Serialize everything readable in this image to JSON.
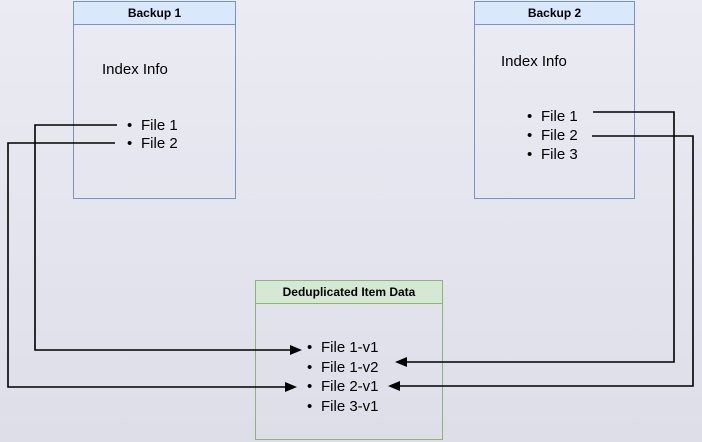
{
  "diagram": {
    "backup1": {
      "title": "Backup 1",
      "section_label": "Index Info",
      "items": [
        "File 1",
        "File 2"
      ]
    },
    "backup2": {
      "title": "Backup 2",
      "section_label": "Index Info",
      "items": [
        "File 1",
        "File 2",
        "File 3"
      ]
    },
    "dedup": {
      "title": "Deduplicated Item Data",
      "items": [
        "File 1-v1",
        "File 1-v2",
        "File 2-v1",
        "File 3-v1"
      ]
    },
    "connections": [
      {
        "from": "Backup 1 / File 1",
        "to": "File 1-v1",
        "route": "left"
      },
      {
        "from": "Backup 1 / File 2",
        "to": "File 2-v1",
        "route": "left"
      },
      {
        "from": "Backup 2 / File 1",
        "to": "File 1-v2",
        "route": "right"
      },
      {
        "from": "Backup 2 / File 2",
        "to": "File 2-v1",
        "route": "right"
      }
    ],
    "colors": {
      "blue_border": "#7a93c1",
      "blue_header_fill": "#dae8fc",
      "green_border": "#8ab573",
      "green_header_fill": "#d5e8d4",
      "connector": "#000000",
      "background": "#e6e6f0"
    }
  }
}
